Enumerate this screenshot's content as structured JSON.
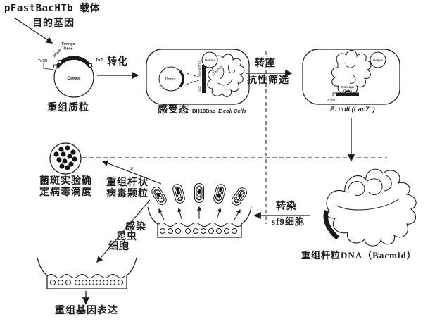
{
  "labels": {
    "vector_title": "pFastBacHTb 载体",
    "target_gene": "目的基因",
    "recombinant_plasmid": "重组质粒",
    "transformation": "转化",
    "competent_zh": "感受态",
    "competent_en_strain": "DH10Bac",
    "competent_en_cells": "E.coli Cells",
    "transposition": "转座",
    "resistance_screening": "抗性筛选",
    "ecoli_lacz": "E. coli (Lac7⁻)",
    "recombinant_bacmid": "重组杆粒DNA（Bacmid）",
    "transfection": "转染",
    "sf9_cells": "sf9细胞",
    "plaque_assay_line1": "菌斑实验确",
    "plaque_assay_line2": "定病毒滴度",
    "virus_particles_line1": "重组杆状",
    "virus_particles_line2": "病毒颗粒",
    "or_label": "or",
    "infect_line1": "感染",
    "infect_line2": "昆虫",
    "infect_line3": "细胞",
    "gene_expression": "重组基因表达"
  },
  "plasmid": {
    "core": "Donor",
    "foreign_line1": "Foreign",
    "foreign_line2": "Gene",
    "tn7r": "Tn7R",
    "tn7l": "Tn7L",
    "promoter": "pPolh"
  },
  "dh10bac_cell": {
    "donor": "Donor",
    "helper": "Helper",
    "bacmid": "Bacmid",
    "att_site": "mini-attTn7",
    "lacz": "lacZ"
  },
  "ecoli_cell": {
    "helper": "Helper",
    "foreign_line1": "Foreign",
    "foreign_line2": "Gene",
    "promoter": "pPolh"
  },
  "colors": {
    "ink": "#1a1a1a",
    "background": "#ffffff",
    "or_text": "#9b4a38"
  }
}
